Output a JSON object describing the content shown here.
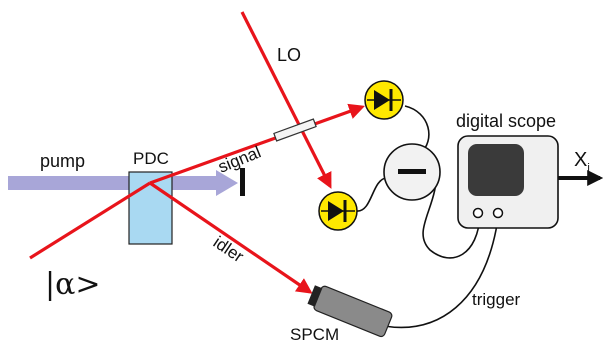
{
  "labels": {
    "lo": "LO",
    "pdc": "PDC",
    "signal": "signal",
    "pump": "pump",
    "idler": "idler",
    "alpha_state": "|α>",
    "digital_scope": "digital scope",
    "xi_main": "X",
    "xi_sub": "i",
    "trigger": "trigger",
    "spcm": "SPCM",
    "minus": "−"
  },
  "colors": {
    "beam_red": "#e8141b",
    "pump_beam": "#a8a6d8",
    "crystal": "#a9d9f2",
    "detector_yellow": "#ffe800",
    "scope_body": "#f0f0f0",
    "scope_screen": "#3a3a3a",
    "spcm_body": "#8a8a8a"
  },
  "icons": {
    "photodiode": "photodiode-icon",
    "beam_block": "beam-dump-icon",
    "beam_splitter": "beam-splitter-icon",
    "subtractor": "subtractor-icon",
    "oscilloscope": "oscilloscope-icon",
    "spcm": "spcm-detector-icon"
  }
}
